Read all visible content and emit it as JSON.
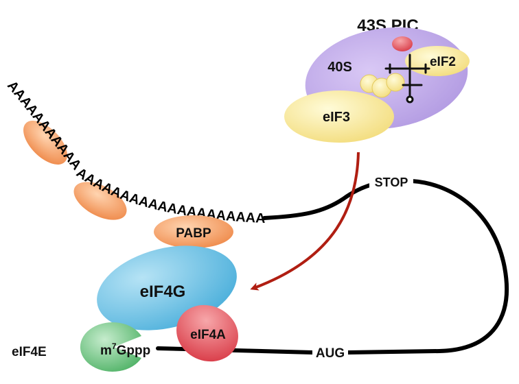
{
  "title": "43S PIC",
  "labels": {
    "ribosome_40s": "40S",
    "eif2": "eIF2",
    "eif3": "eIF3",
    "pabp": "PABP",
    "eif4g": "eIF4G",
    "eif4a": "eIF4A",
    "eif4e": "eIF4E",
    "cap_base": "m",
    "cap_sup": "7",
    "cap_tail": "Gppp",
    "stop": "STOP",
    "aug": "AUG"
  },
  "poly_a_tail": [
    "AAAAAAAAAAA",
    "AAAAAAAAAAAAAAAAAAAAAAAA"
  ],
  "colors": {
    "mrna": "#000000",
    "arrow": "#b01e12",
    "ribosome_40s": "#c9b4ec",
    "eif3": "#f8e9a0",
    "eif2": "#f8e9a0",
    "met_trna_red": "#e8474a",
    "pabp": "#f6a36c",
    "eif4g": "#7fc6e6",
    "eif4a": "#e5606a",
    "eif4e": "#7ccb8c"
  }
}
